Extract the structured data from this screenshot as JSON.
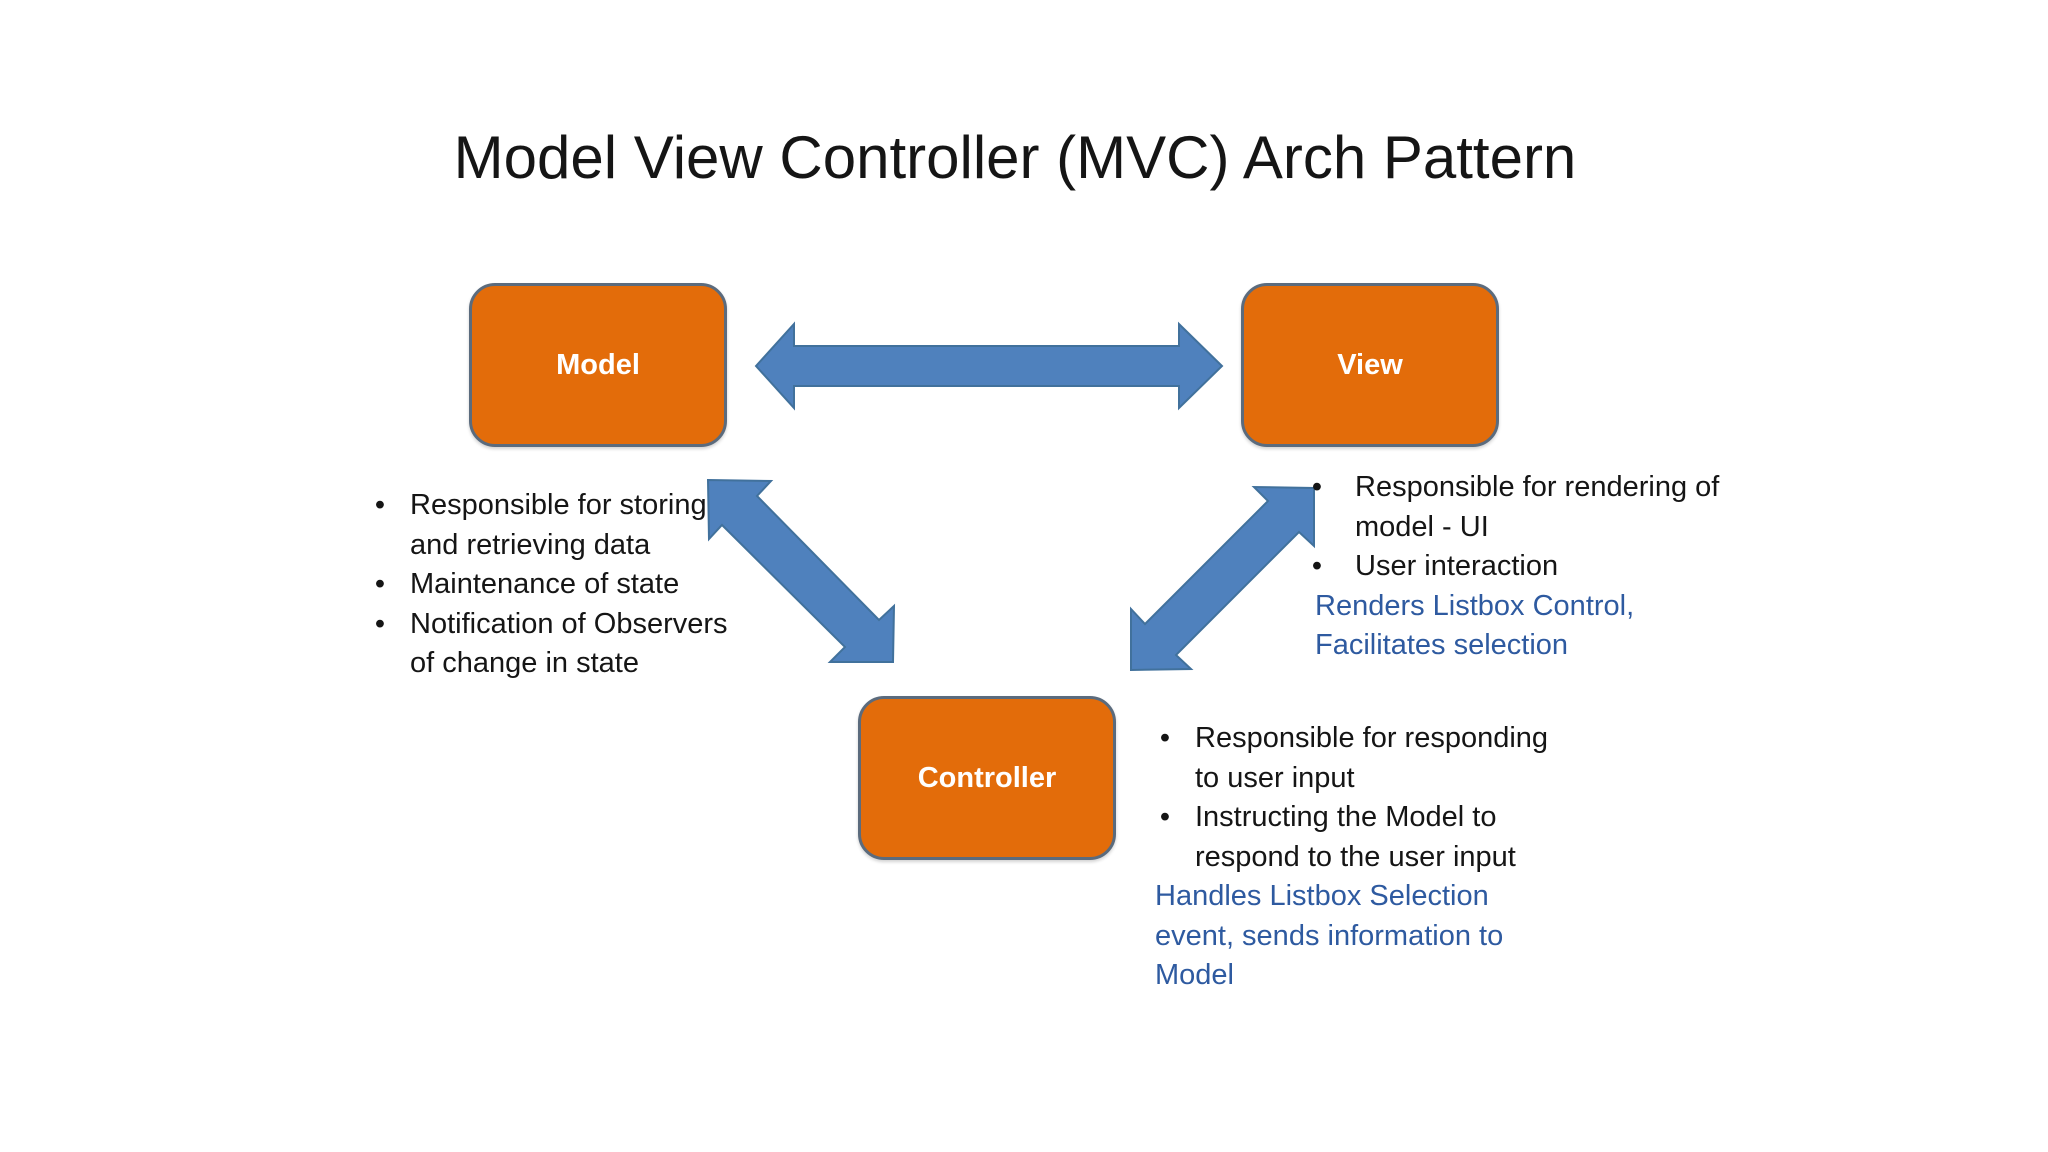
{
  "title": "Model View Controller (MVC) Arch Pattern",
  "colors": {
    "box_fill": "#e36c0a",
    "box_border": "#5b6b7d",
    "arrow_fill": "#4f81bd",
    "note_text": "#2e5aa0"
  },
  "nodes": {
    "model": {
      "label": "Model"
    },
    "view": {
      "label": "View"
    },
    "controller": {
      "label": "Controller"
    }
  },
  "edges": [
    {
      "from": "model",
      "to": "view",
      "style": "double-headed-arrow"
    },
    {
      "from": "model",
      "to": "controller",
      "style": "double-headed-arrow"
    },
    {
      "from": "view",
      "to": "controller",
      "style": "double-headed-arrow"
    }
  ],
  "descriptions": {
    "model": {
      "bullets": [
        "Responsible for storing and retrieving data",
        "Maintenance of state",
        "Notification of Observers  of change in state"
      ]
    },
    "view": {
      "bullets": [
        "Responsible for rendering of model - UI",
        "User interaction"
      ],
      "note": "Renders Listbox Control, Facilitates selection"
    },
    "controller": {
      "bullets": [
        "Responsible for responding to user input",
        "Instructing the Model to respond to the user input"
      ],
      "note": "Handles  Listbox Selection event, sends information to Model"
    }
  },
  "bullet_glyph": "•"
}
